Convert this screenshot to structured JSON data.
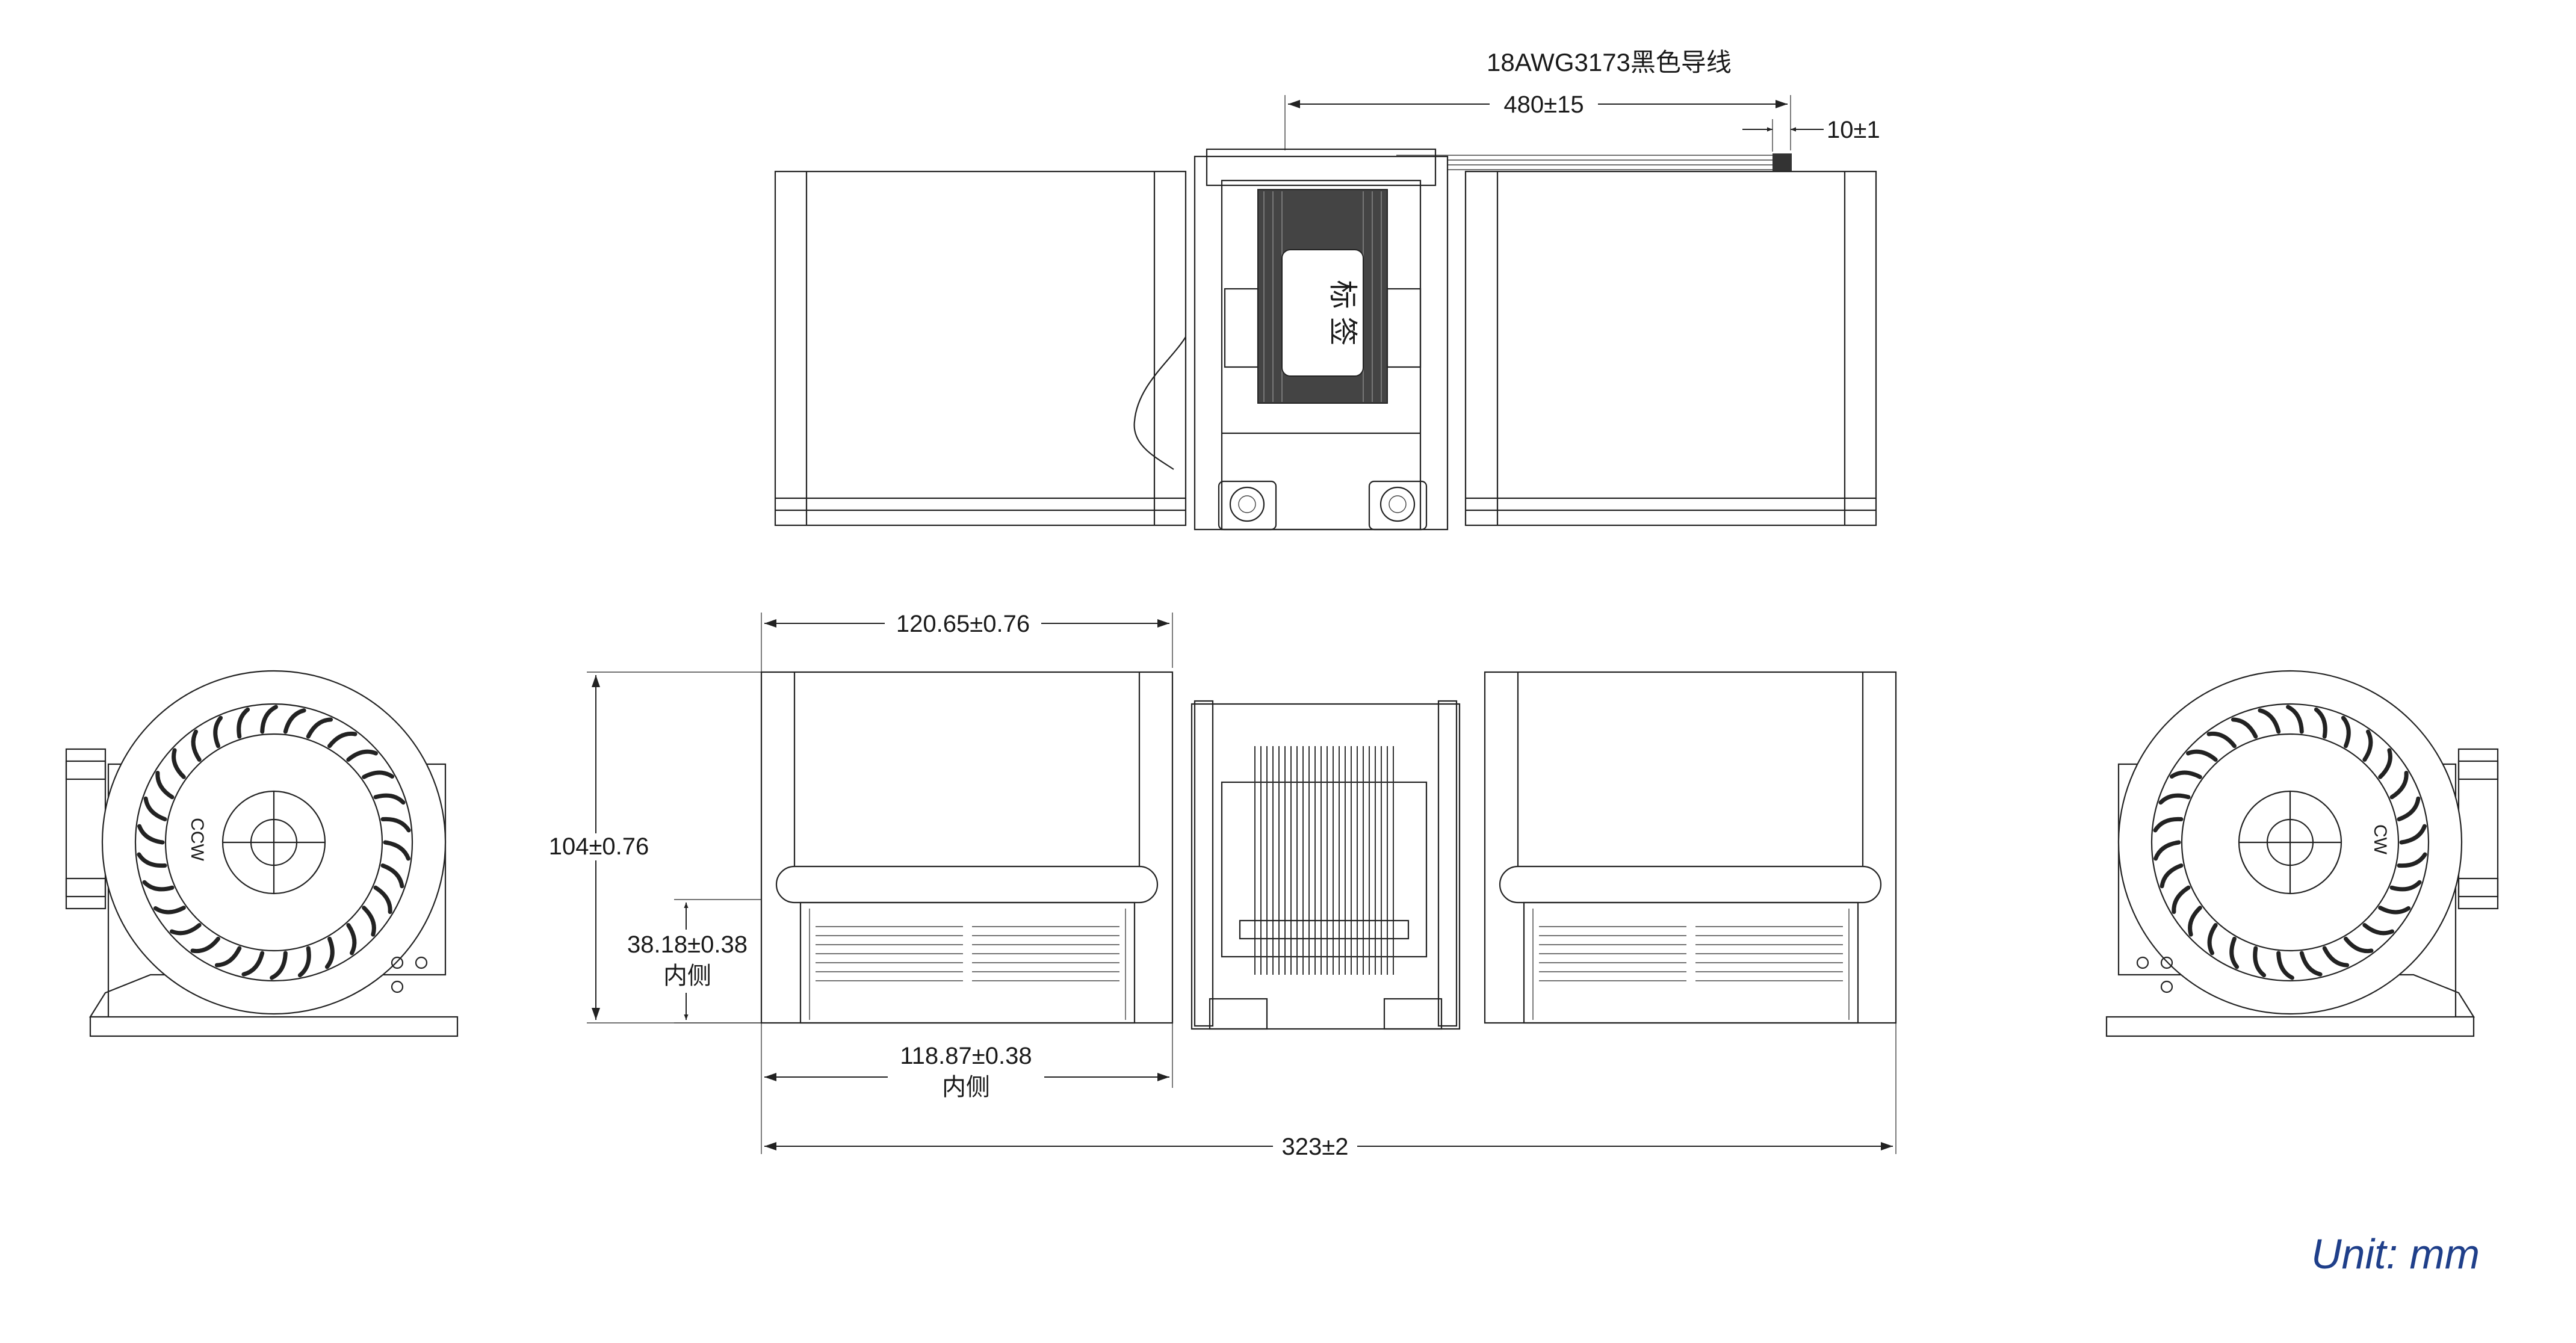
{
  "drawing": {
    "wire_spec": "18AWG3173黑色导线",
    "label_text": "标 签",
    "unit_label": "Unit:  mm",
    "rotation_left": "CCW",
    "rotation_right": "CW",
    "dimensions": {
      "wire_length": "480±15",
      "strip_length": "10±1",
      "housing_width": "120.65±0.76",
      "height": "104±0.76",
      "outlet_height": "38.18±0.38",
      "outlet_height_note": "内侧",
      "outlet_width": "118.87±0.38",
      "outlet_width_note": "内侧",
      "overall_length": "323±2"
    },
    "colors": {
      "line": "#222222",
      "unit_text": "#1f3f8a"
    }
  }
}
